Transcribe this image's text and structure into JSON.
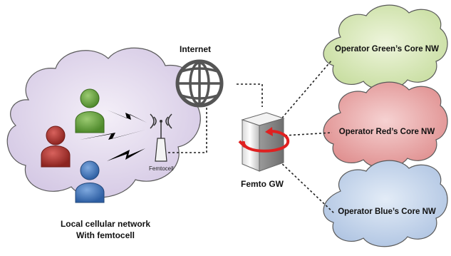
{
  "labels": {
    "internet": "Internet",
    "femtocell": "Femtocell",
    "femto_gw": "Femto GW",
    "local_line1": "Local cellular network",
    "local_line2": "With femtocell",
    "op_green": "Operator Green’s Core NW",
    "op_red": "Operator Red’s Core NW",
    "op_blue": "Operator Blue’s Core NW"
  },
  "colors": {
    "local_cloud": "#ddd3ea",
    "green_cloud": "#d6e6b7",
    "red_cloud": "#e8a6a6",
    "blue_cloud": "#c3d3e8",
    "user_green": "#5f9a3a",
    "user_red": "#a5312c",
    "user_blue": "#3d72b8",
    "gateway_arrow": "#e02020"
  },
  "icons": {
    "internet": "globe-icon",
    "gateway": "server-tower-icon",
    "femtocell": "antenna-icon",
    "users": "person-icon",
    "radio_links": "lightning-bolt-icon"
  }
}
